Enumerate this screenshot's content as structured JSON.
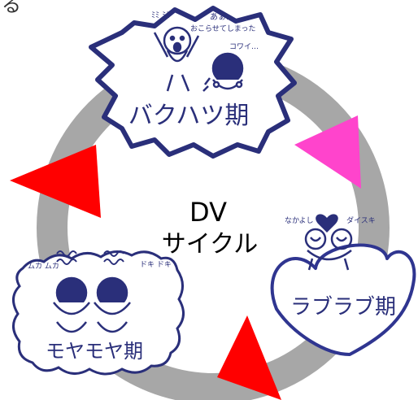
{
  "center": {
    "line1": "DV",
    "line2": "サイクル"
  },
  "corner_char": "る",
  "stages": {
    "explosion": {
      "label": "バクハツ期",
      "shout": "ﾐﾐ ﾐﾐ",
      "speech_line1": "あぁ…",
      "speech_line2": "おこらせてしまった",
      "fear": "コワイ…"
    },
    "lovelove": {
      "label": "ラブラブ期",
      "left_note": "なかよし",
      "right_note": "ダイスキ"
    },
    "moyamoya": {
      "label": "モヤモヤ期",
      "left_note": "ムカ ムカ",
      "right_note": "ドキ ドキ"
    }
  },
  "colors": {
    "ring": "#a7a7a7",
    "ink": "#2a2f7a",
    "arrow_red": "#ff0000",
    "arrow_pink": "#ff44cc",
    "heart": "#2f3590"
  }
}
